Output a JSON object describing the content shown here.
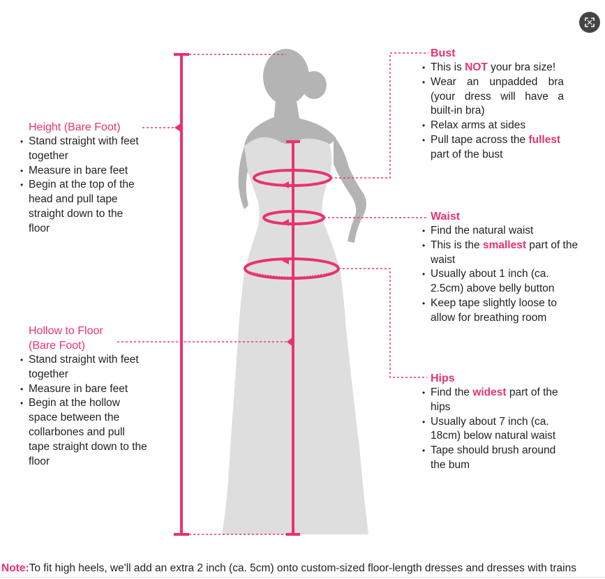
{
  "colors": {
    "accent": "#e8336e",
    "silhouette_head": "#b4b4b4",
    "silhouette_dress": "#dedede",
    "text": "#222222"
  },
  "icons": {
    "expand": "expand-icon"
  },
  "height": {
    "title": "Height (Bare Foot)",
    "items": [
      "Stand straight with feet together",
      "Measure in bare feet",
      "Begin at the top of the head and pull tape straight down to the floor"
    ]
  },
  "hollow": {
    "title_line1": "Hollow to Floor",
    "title_line2": "(Bare Foot)",
    "items": [
      "Stand straight with feet together",
      "Measure in bare feet",
      "Begin at the hollow space between the collarbones and pull tape straight down to the floor"
    ]
  },
  "bust": {
    "title": "Bust",
    "item1_pre": "This is ",
    "item1_hl": "NOT",
    "item1_post": " your bra size!",
    "item2": "Wear an unpadded bra (your dress will have a built-in bra)",
    "item3": "Relax arms at sides",
    "item4_pre": "Pull tape across the ",
    "item4_hl": "fullest",
    "item4_post": " part of the bust"
  },
  "waist": {
    "title": "Waist",
    "item1": "Find the natural waist",
    "item2_pre": "This is the ",
    "item2_hl": "smallest",
    "item2_post": " part of the waist",
    "item3": "Usually about 1 inch (ca. 2.5cm) above belly button",
    "item4": "Keep tape slightly loose to allow for breathing room"
  },
  "hips": {
    "title": "Hips",
    "item1_pre": "Find the ",
    "item1_hl": "widest",
    "item1_post": " part of the hips",
    "item2": "Usually about 7 inch (ca. 18cm) below natural waist",
    "item3": "Tape should brush around the bum"
  },
  "note": {
    "label": "Note:",
    "text": "To fit high heels, we'll add an extra 2 inch (ca. 5cm) onto custom-sized floor-length dresses and dresses with trains"
  }
}
